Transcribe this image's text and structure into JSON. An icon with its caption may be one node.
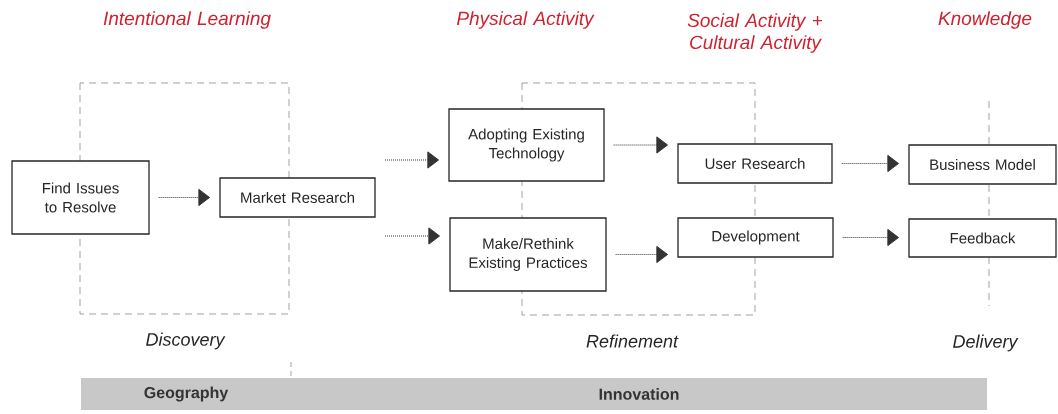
{
  "diagram": {
    "nodes": [
      {
        "text": [
          "Find Issues to Resolve"
        ]
      },
      {
        "text": [
          "Market Research"
        ]
      },
      {
        "text": [
          "Adopting Existing Technology"
        ]
      },
      {
        "text": [
          "Make/Rethink Existing Practices"
        ]
      },
      {
        "text": [
          "User Research"
        ]
      },
      {
        "text": [
          "Development"
        ]
      },
      {
        "text": [
          "Business Model"
        ]
      },
      {
        "text": [
          "Feedback"
        ]
      },
      {
        "text": [
          "Geography"
        ]
      },
      {
        "text": [
          "Innovation"
        ]
      }
    ],
    "edges": [
      {
        "from": 0,
        "to": 1,
        "arrow": "to"
      },
      {
        "from": null,
        "to": 2,
        "arrow": "to"
      },
      {
        "from": null,
        "to": 3,
        "arrow": "to"
      },
      {
        "from": 2,
        "to": 4,
        "arrow": "to"
      },
      {
        "from": 3,
        "to": 5,
        "arrow": "to"
      },
      {
        "from": 4,
        "to": 6,
        "arrow": "to"
      },
      {
        "from": 5,
        "to": 7,
        "arrow": "to"
      }
    ],
    "labels": [
      "Intentional Learning",
      "Physical Activity",
      "Social Activity + Cultural Activity",
      "Knowledge",
      "Discovery",
      "Refinement",
      "Delivery"
    ]
  }
}
